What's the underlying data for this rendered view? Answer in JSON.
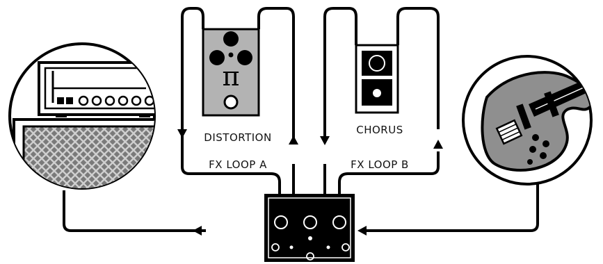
{
  "labels": {
    "distortion": "DISTORTION",
    "fx_loop_a": "FX LOOP A",
    "chorus": "CHORUS",
    "fx_loop_b": "FX LOOP B"
  },
  "pedal_symbol": "π",
  "colors": {
    "line": "#000000",
    "pedal_gray": "#b3b3b3",
    "guitar_gray": "#8f8f8f",
    "grille": "#6e6e6e",
    "background": "#ffffff"
  },
  "icons": [
    "amplifier-icon",
    "distortion-pedal-icon",
    "chorus-pedal-icon",
    "looper-pedal-icon",
    "bass-guitar-icon",
    "arrow-icon"
  ]
}
